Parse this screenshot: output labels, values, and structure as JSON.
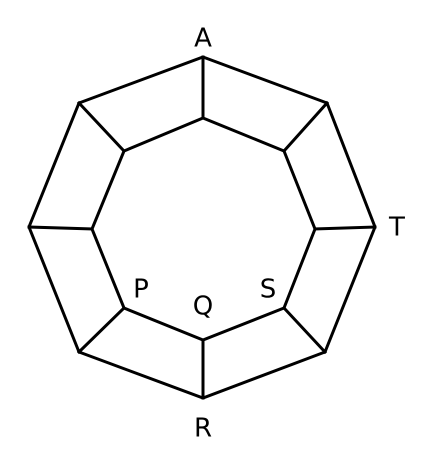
{
  "labels": {
    "a": "A",
    "t": "T",
    "r": "R",
    "p": "P",
    "q": "Q",
    "s": "S"
  }
}
